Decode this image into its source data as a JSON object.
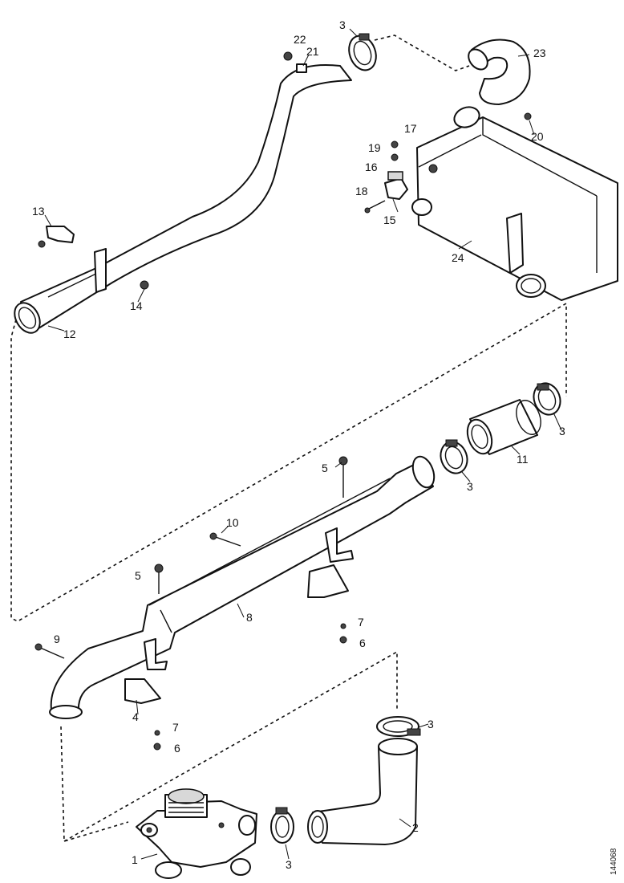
{
  "diagram": {
    "reference_code": "144068",
    "callouts": [
      {
        "id": "c-1",
        "label": "1",
        "part": "pump-housing"
      },
      {
        "id": "c-2",
        "label": "2",
        "part": "lower-elbow-pipe"
      },
      {
        "id": "c-3a",
        "label": "3",
        "part": "clamp-top-23"
      },
      {
        "id": "c-3b",
        "label": "3",
        "part": "clamp-right-11"
      },
      {
        "id": "c-3c",
        "label": "3",
        "part": "clamp-mid-8"
      },
      {
        "id": "c-3d",
        "label": "3",
        "part": "clamp-lower-2"
      },
      {
        "id": "c-3e",
        "label": "3",
        "part": "clamp-pump-outlet"
      },
      {
        "id": "c-4",
        "label": "4",
        "part": "bracket-lower"
      },
      {
        "id": "c-5a",
        "label": "5",
        "part": "bolt-top"
      },
      {
        "id": "c-5b",
        "label": "5",
        "part": "bolt-left"
      },
      {
        "id": "c-6a",
        "label": "6",
        "part": "nut-right"
      },
      {
        "id": "c-6b",
        "label": "6",
        "part": "nut-lower"
      },
      {
        "id": "c-7a",
        "label": "7",
        "part": "washer-right"
      },
      {
        "id": "c-7b",
        "label": "7",
        "part": "washer-lower"
      },
      {
        "id": "c-8",
        "label": "8",
        "part": "main-pipe"
      },
      {
        "id": "c-9",
        "label": "9",
        "part": "bolt-elbow"
      },
      {
        "id": "c-10",
        "label": "10",
        "part": "bolt-mid"
      },
      {
        "id": "c-11",
        "label": "11",
        "part": "hose-sleeve"
      },
      {
        "id": "c-12",
        "label": "12",
        "part": "upper-pipe"
      },
      {
        "id": "c-13",
        "label": "13",
        "part": "clip"
      },
      {
        "id": "c-14",
        "label": "14",
        "part": "nut-bracket"
      },
      {
        "id": "c-15",
        "label": "15",
        "part": "valve"
      },
      {
        "id": "c-16",
        "label": "16",
        "part": "valve-seat"
      },
      {
        "id": "c-17",
        "label": "17",
        "part": "nut-valve"
      },
      {
        "id": "c-18",
        "label": "18",
        "part": "bolt-valve"
      },
      {
        "id": "c-19",
        "label": "19",
        "part": "washer-valve"
      },
      {
        "id": "c-20",
        "label": "20",
        "part": "screw-tank"
      },
      {
        "id": "c-21",
        "label": "21",
        "part": "bracket-top"
      },
      {
        "id": "c-22",
        "label": "22",
        "part": "nut-top"
      },
      {
        "id": "c-23",
        "label": "23",
        "part": "upper-elbow-hose"
      },
      {
        "id": "c-24",
        "label": "24",
        "part": "tank"
      }
    ]
  }
}
